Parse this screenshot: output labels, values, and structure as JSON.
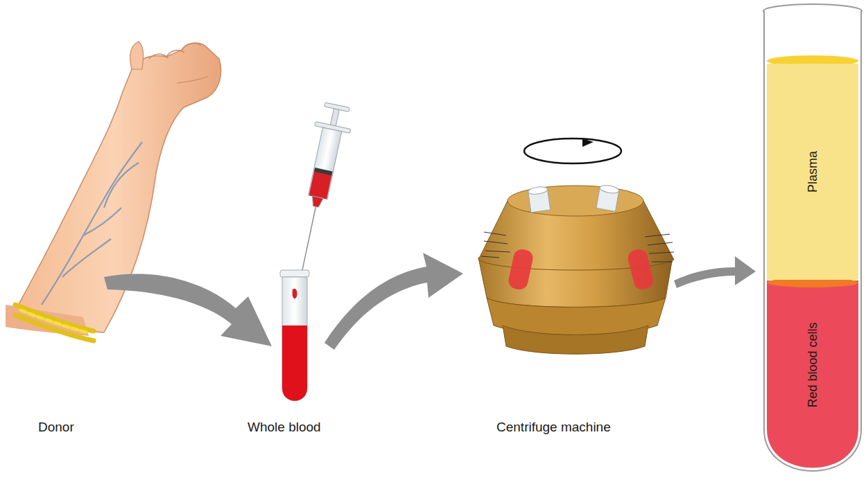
{
  "diagram": {
    "nodes": [
      {
        "text": [
          "Plasma"
        ]
      },
      {
        "text": [
          "Red blood cells"
        ]
      }
    ],
    "labels": [
      "Donor",
      "Whole blood",
      "Centrifuge machine"
    ]
  }
}
